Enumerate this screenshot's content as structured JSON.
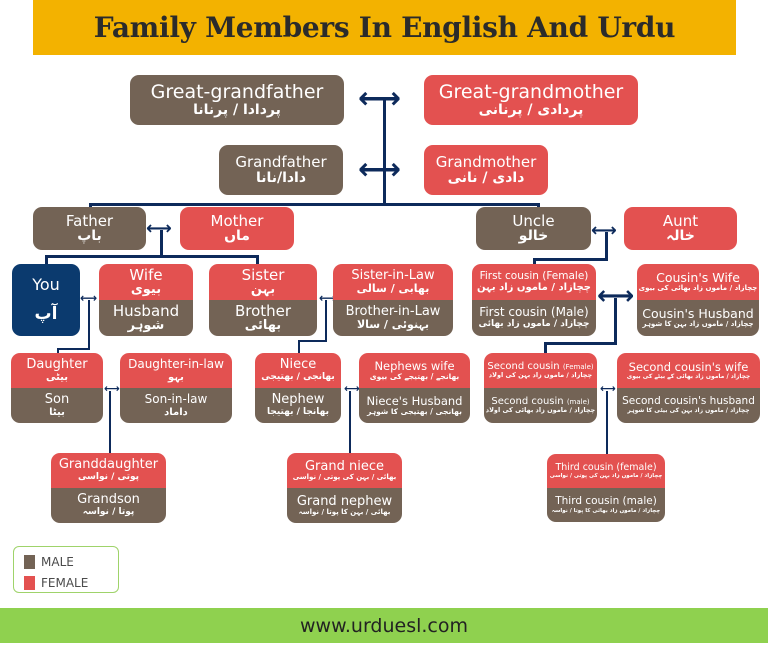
{
  "title": "Family Members In English And Urdu",
  "colors": {
    "male": "#736355",
    "female": "#e35150",
    "you": "#0b3a6e",
    "connector": "#0d2a5b",
    "title_bg": "#f3b200",
    "footer_bg": "#8fd14f"
  },
  "nodes": {
    "great_grandfather": {
      "en": "Great-grandfather",
      "ur": "پردادا / پرنانا",
      "gender": "male"
    },
    "great_grandmother": {
      "en": "Great-grandmother",
      "ur": "پردادی / پرنانی",
      "gender": "female"
    },
    "grandfather": {
      "en": "Grandfather",
      "ur": "دادا/نانا",
      "gender": "male"
    },
    "grandmother": {
      "en": "Grandmother",
      "ur": "دادی / نانی",
      "gender": "female"
    },
    "father": {
      "en": "Father",
      "ur": "باپ",
      "gender": "male"
    },
    "mother": {
      "en": "Mother",
      "ur": "ماں",
      "gender": "female"
    },
    "uncle": {
      "en": "Uncle",
      "ur": "خالو",
      "gender": "male"
    },
    "aunt": {
      "en": "Aunt",
      "ur": "خالہ",
      "gender": "female"
    },
    "you": {
      "en": "You",
      "ur": "آپ"
    },
    "wife": {
      "en": "Wife",
      "ur": "بیوی",
      "gender": "female"
    },
    "husband": {
      "en": "Husband",
      "ur": "شوہر",
      "gender": "male"
    },
    "sister": {
      "en": "Sister",
      "ur": "بہن",
      "gender": "female"
    },
    "brother": {
      "en": "Brother",
      "ur": "بھائی",
      "gender": "male"
    },
    "sister_in_law": {
      "en": "Sister-in-Law",
      "ur": "بھابی / سالی",
      "gender": "female"
    },
    "brother_in_law": {
      "en": "Brother-in-Law",
      "ur": "بہنوئی / سالا",
      "gender": "male"
    },
    "first_cousin_female": {
      "en": "First cousin (Female)",
      "ur": "چچازاد / ماموں زاد بہن",
      "gender": "female"
    },
    "first_cousin_male": {
      "en": "First cousin (Male)",
      "ur": "چچازاد / ماموں زاد بھائی",
      "gender": "male"
    },
    "cousins_wife": {
      "en": "Cousin's Wife",
      "ur": "چچازاد / ماموں زاد بھائی کی بیوی",
      "gender": "female"
    },
    "cousins_husband": {
      "en": "Cousin's Husband",
      "ur": "چچازاد / ماموں زاد بہن کا شوہر",
      "gender": "male"
    },
    "daughter": {
      "en": "Daughter",
      "ur": "بیٹی",
      "gender": "female"
    },
    "son": {
      "en": "Son",
      "ur": "بیٹا",
      "gender": "male"
    },
    "daughter_in_law": {
      "en": "Daughter-in-law",
      "ur": "بہو",
      "gender": "female"
    },
    "son_in_law": {
      "en": "Son-in-law",
      "ur": "داماد",
      "gender": "male"
    },
    "niece": {
      "en": "Niece",
      "ur": "بھانجی / بھتیجی",
      "gender": "female"
    },
    "nephew": {
      "en": "Nephew",
      "ur": "بھانجا / بھتیجا",
      "gender": "male"
    },
    "nephews_wife": {
      "en": "Nephews wife",
      "ur": "بھانجے / بھتیجے کی بیوی",
      "gender": "female"
    },
    "nieces_husband": {
      "en": "Niece's Husband",
      "ur": "بھانجی / بھتیجی کا شوہر",
      "gender": "male"
    },
    "second_cousin_female": {
      "en": "Second cousin",
      "qual": "(Female)",
      "ur": "چچازاد / ماموں زاد بہن کی اولاد",
      "gender": "female"
    },
    "second_cousin_male": {
      "en": "Second cousin",
      "qual": "(male)",
      "ur": "چچازاد / ماموں زاد بھائی کی اولاد",
      "gender": "male"
    },
    "second_cousins_wife": {
      "en": "Second cousin's wife",
      "ur": "چچازاد / ماموں زاد بھائی کے بیٹے کی بیوی",
      "gender": "female"
    },
    "second_cousins_husband": {
      "en": "Second cousin's husband",
      "ur": "چچازاد / ماموں زاد بہن کی بیٹی کا شوہر",
      "gender": "male"
    },
    "granddaughter": {
      "en": "Granddaughter",
      "ur": "پوتی / نواسی",
      "gender": "female"
    },
    "grandson": {
      "en": "Grandson",
      "ur": "پوتا / نواسہ",
      "gender": "male"
    },
    "grand_niece": {
      "en": "Grand niece",
      "ur": "بھائی / بہن کی پوتی / نواسی",
      "gender": "female"
    },
    "grand_nephew": {
      "en": "Grand nephew",
      "ur": "بھائی / بہن کا پوتا / نواسہ",
      "gender": "male"
    },
    "third_cousin_female": {
      "en": "Third cousin (female)",
      "ur": "چچازاد / ماموں زاد بہن کی پوتی / نواسی",
      "gender": "female"
    },
    "third_cousin_male": {
      "en": "Third cousin (male)",
      "ur": "چچازاد / ماموں زاد بھائی کا پوتا / نواسہ",
      "gender": "male"
    }
  },
  "legend": {
    "male_label": "MALE",
    "female_label": "FEMALE"
  },
  "footer": {
    "url": "www.urduesl.com"
  }
}
